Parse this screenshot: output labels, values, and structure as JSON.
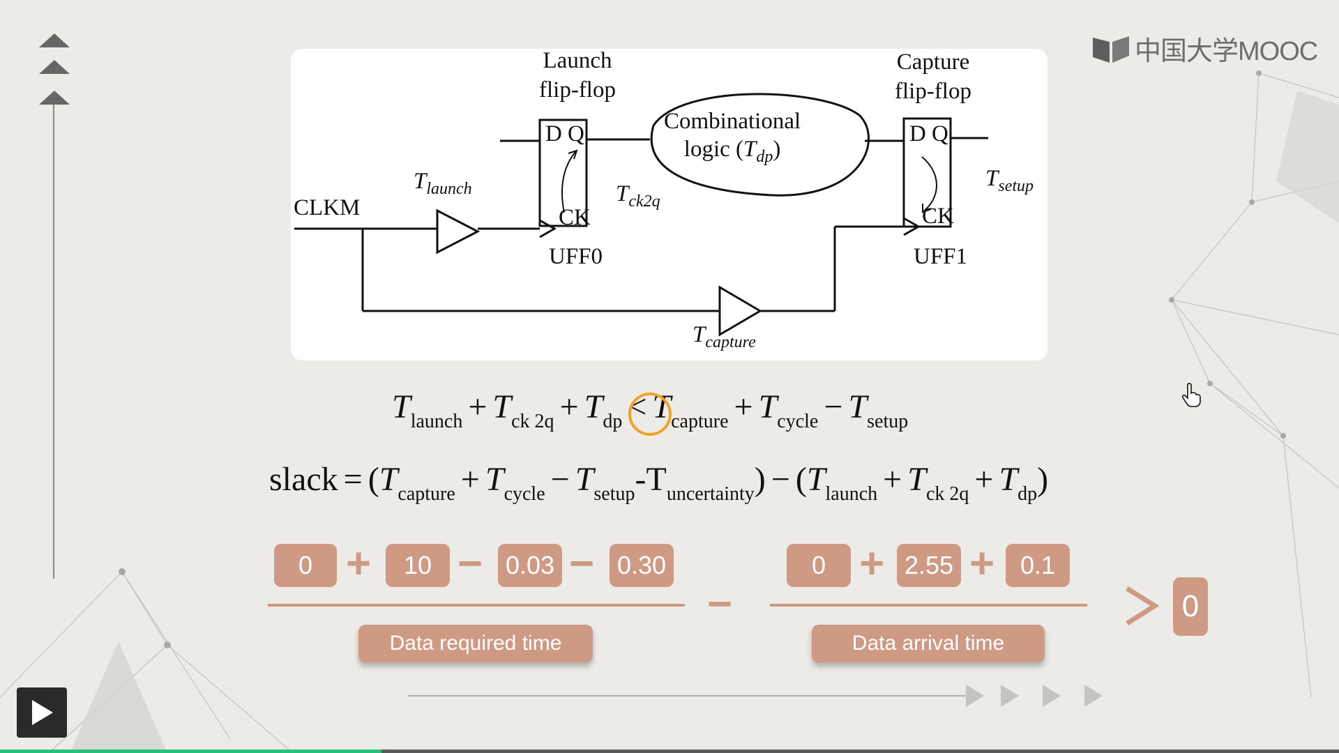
{
  "logo": {
    "text": "中国大学MOOC"
  },
  "diagram": {
    "launch_ff": [
      "Launch",
      "flip-flop"
    ],
    "capture_ff": [
      "Capture",
      "flip-flop"
    ],
    "comb_logic": [
      "Combinational",
      "logic ("
    ],
    "comb_T": "T",
    "comb_T_sub": "dp",
    "comb_close": ")",
    "clkm": "CLKM",
    "t_launch": {
      "T": "T",
      "sub": "launch"
    },
    "t_ck2q": {
      "T": "T",
      "sub": "ck2q"
    },
    "t_setup": {
      "T": "T",
      "sub": "setup"
    },
    "t_capture": {
      "T": "T",
      "sub": "capture"
    },
    "uff0": "UFF0",
    "uff1": "UFF1",
    "d": "D",
    "q": "Q",
    "ck": "CK"
  },
  "formula1": {
    "T": "T",
    "s1": "launch",
    "s2": "ck 2q",
    "s3": "dp",
    "s4": "capture",
    "s5": "cycle",
    "s6": "setup",
    "plus": "+",
    "minus": "−",
    "lt": "<"
  },
  "formula2": {
    "slack": "slack",
    "eq": "=",
    "lparen": "(",
    "rparen": ")",
    "T": "T",
    "s1": "capture",
    "s2": "cycle",
    "s3": "setup",
    "s4": "uncertainty",
    "s5": "launch",
    "s6": "ck 2q",
    "s7": "dp",
    "dashT": "-T",
    "plus": "+",
    "minus": "−"
  },
  "required": {
    "values": [
      "0",
      "10",
      "0.03",
      "0.30"
    ],
    "ops": [
      "+",
      "−",
      "−"
    ],
    "label": "Data required time"
  },
  "arrival": {
    "values": [
      "0",
      "2.55",
      "0.1"
    ],
    "ops": [
      "+",
      "+"
    ],
    "label": "Data arrival time"
  },
  "middle_op": "−",
  "comparison": {
    "op": ">",
    "value": "0"
  },
  "progress": {
    "played_fraction": 0.285
  },
  "colors": {
    "accent": "#cf9a84",
    "highlight": "#f0a227",
    "progress": "#27c27a"
  },
  "icons": {
    "play": "play-icon",
    "cursor": "hand-cursor-icon"
  }
}
